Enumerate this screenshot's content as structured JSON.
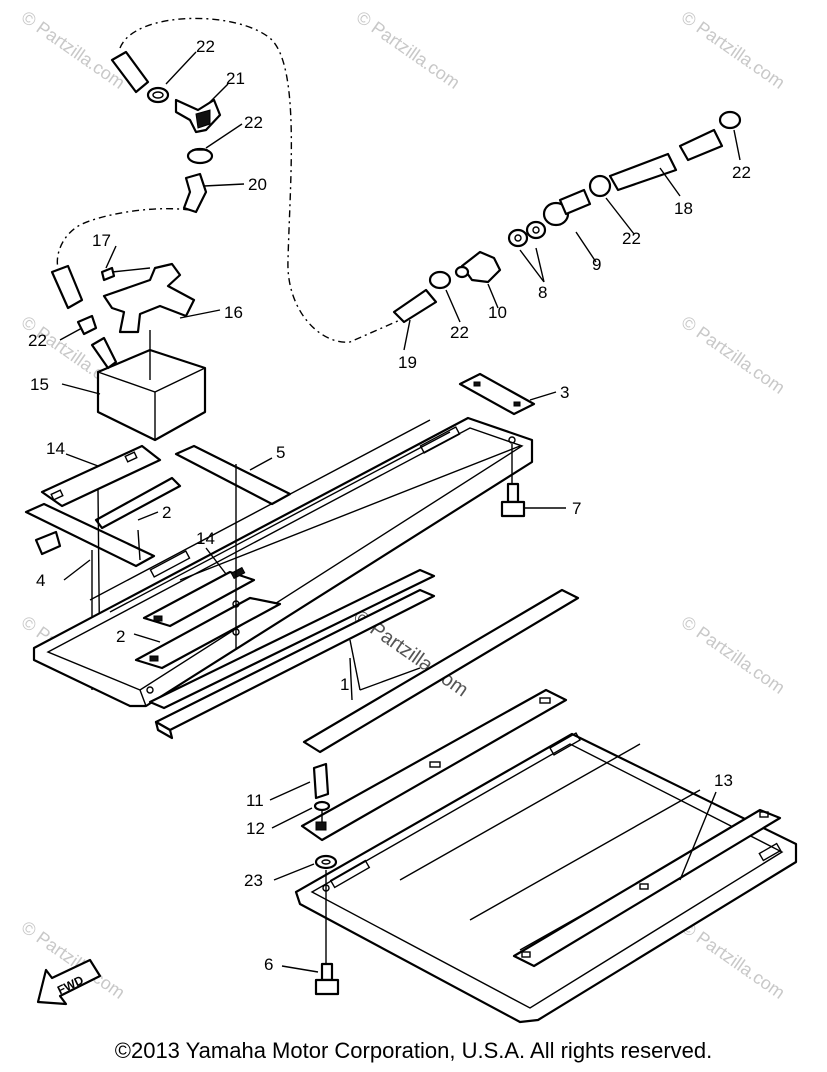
{
  "callouts": {
    "c1": "1",
    "c2a": "2",
    "c2b": "2",
    "c3": "3",
    "c4": "4",
    "c5": "5",
    "c6": "6",
    "c7": "7",
    "c8": "8",
    "c9": "9",
    "c10": "10",
    "c11": "11",
    "c12": "12",
    "c13": "13",
    "c14a": "14",
    "c14b": "14",
    "c15": "15",
    "c16": "16",
    "c17": "17",
    "c18": "18",
    "c19": "19",
    "c20": "20",
    "c21": "21",
    "c22a": "22",
    "c22b": "22",
    "c22c": "22",
    "c22d": "22",
    "c22e": "22",
    "c22f": "22",
    "c23": "23"
  },
  "fwd_label": "FWD",
  "watermark": "© Partzilla.com",
  "copyright": "©2013 Yamaha Motor Corporation, U.S.A. All rights reserved."
}
